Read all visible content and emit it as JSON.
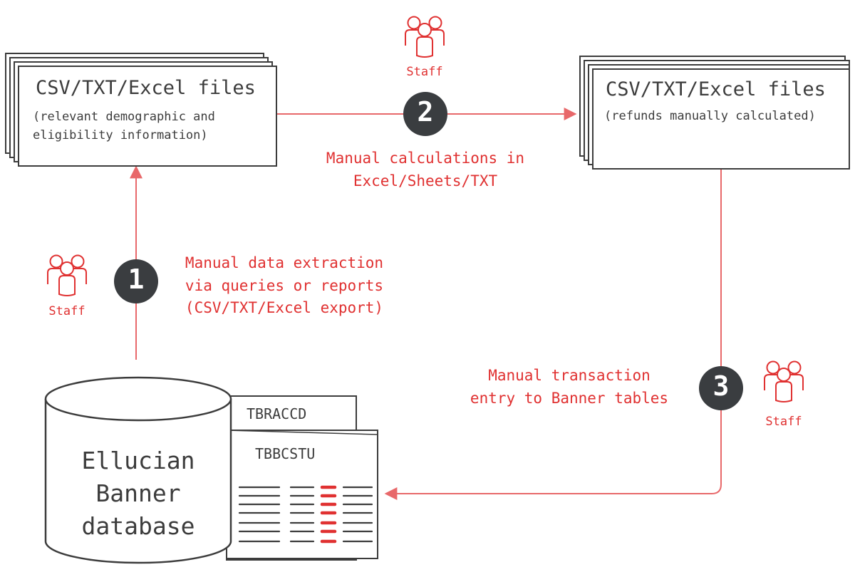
{
  "colors": {
    "stroke": "#3c3c3c",
    "accent": "#e03131",
    "badge": "#3a3d40",
    "badge_text": "#ffffff",
    "highlight": "#e03131"
  },
  "left_files": {
    "title": "CSV/TXT/Excel files",
    "subtitle": "(relevant demographic and\neligibility information)"
  },
  "right_files": {
    "title": "CSV/TXT/Excel files",
    "subtitle": "(refunds manually calculated)"
  },
  "steps": [
    {
      "number": "1",
      "label": "Manual data extraction\nvia queries or reports\n(CSV/TXT/Excel export)",
      "actor": "Staff",
      "actor_icon": "staff-group-icon"
    },
    {
      "number": "2",
      "label": "Manual calculations in\nExcel/Sheets/TXT",
      "actor": "Staff",
      "actor_icon": "staff-group-icon"
    },
    {
      "number": "3",
      "label": "Manual transaction\nentry to Banner tables",
      "actor": "Staff",
      "actor_icon": "staff-group-icon"
    }
  ],
  "database": {
    "label": "Ellucian\nBanner\ndatabase",
    "tables": [
      "TBRACCD",
      "TBBCSTU"
    ]
  }
}
